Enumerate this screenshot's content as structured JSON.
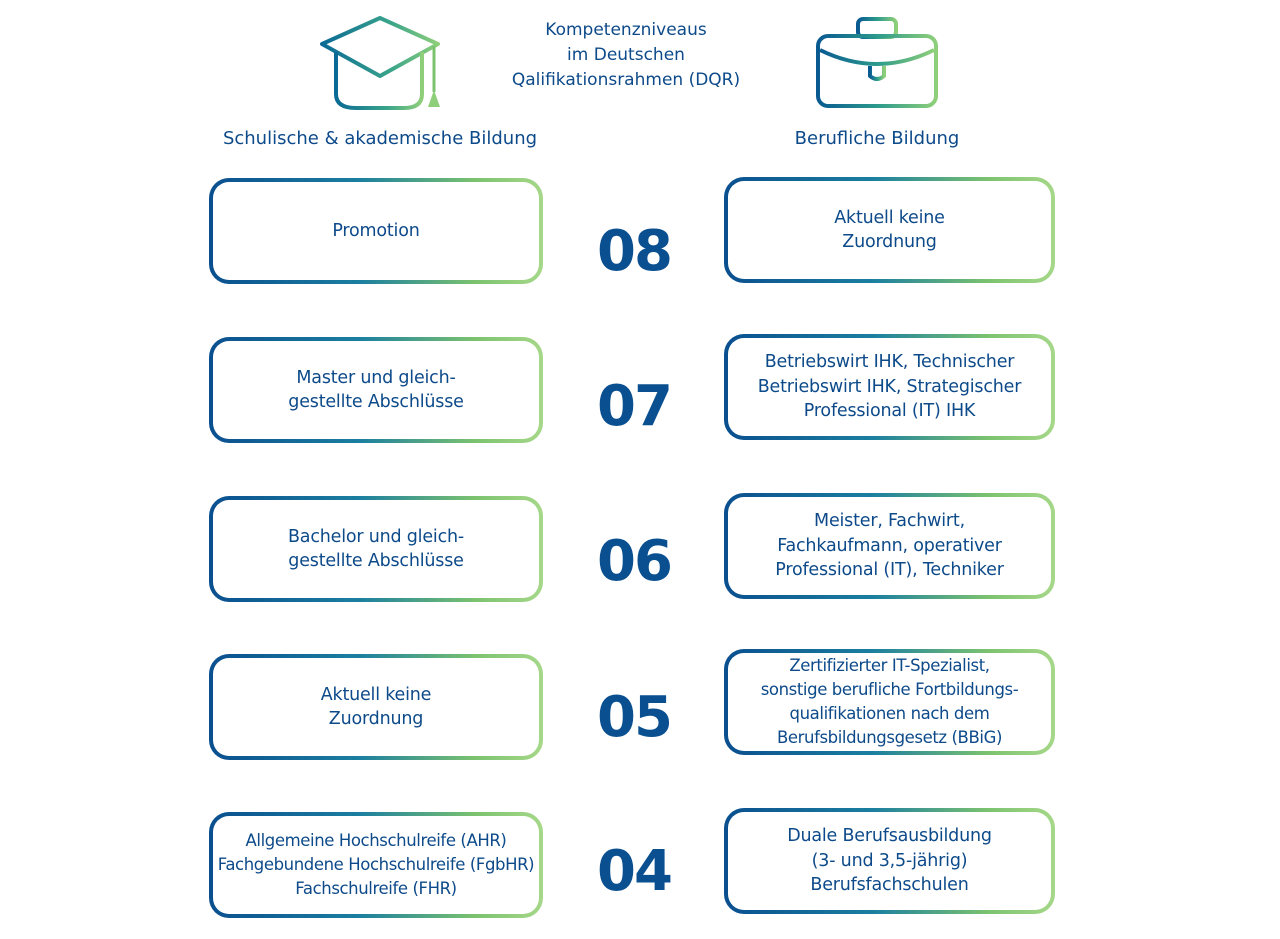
{
  "header": {
    "title_lines": [
      "Kompetenzniveaus",
      "im Deutschen",
      "Qalifikationsrahmen (DQR)"
    ],
    "left_column_label": "Schulische & akademische Bildung",
    "right_column_label": "Berufliche Bildung",
    "left_icon": "graduation-cap-icon",
    "right_icon": "briefcase-icon"
  },
  "colors": {
    "primary_blue": "#0d4a8a",
    "gradient_start": "#0a4f8f",
    "gradient_end": "#a6d889"
  },
  "levels": [
    {
      "number": "08",
      "academic": [
        "Promotion"
      ],
      "vocational": [
        "Aktuell keine",
        "Zuordnung"
      ]
    },
    {
      "number": "07",
      "academic": [
        "Master und gleich-",
        "gestellte Abschlüsse"
      ],
      "vocational": [
        "Betriebswirt IHK, Technischer",
        "Betriebswirt IHK, Strategischer",
        "Professional (IT) IHK"
      ]
    },
    {
      "number": "06",
      "academic": [
        "Bachelor und gleich-",
        "gestellte Abschlüsse"
      ],
      "vocational": [
        "Meister, Fachwirt,",
        "Fachkaufmann, operativer",
        "Professional (IT), Techniker"
      ]
    },
    {
      "number": "05",
      "academic": [
        "Aktuell keine",
        "Zuordnung"
      ],
      "vocational": [
        "Zertifizierter IT-Spezialist,",
        "sonstige berufliche Fortbildungs-",
        "qualifikationen nach dem",
        "Berufsbildungsgesetz (BBiG)"
      ]
    },
    {
      "number": "04",
      "academic": [
        "Allgemeine Hochschulreife (AHR)",
        "Fachgebundene Hochschulreife (FgbHR)",
        "Fachschulreife (FHR)"
      ],
      "vocational": [
        "Duale Berufsausbildung",
        "(3- und 3,5-jährig)",
        "Berufsfachschulen"
      ]
    }
  ]
}
